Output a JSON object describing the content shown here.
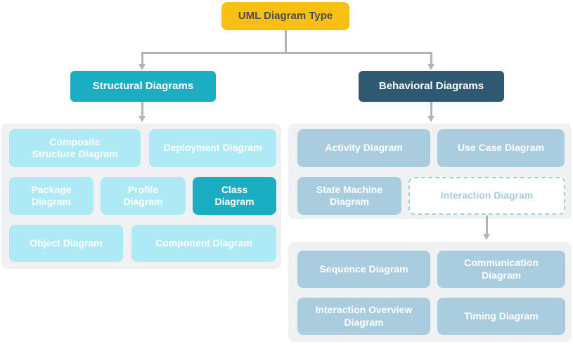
{
  "root": {
    "label": "UML Diagram Type"
  },
  "structural": {
    "header": "Structural Diagrams",
    "items": {
      "composite": "Composite Structure Diagram",
      "deployment": "Deployment Diagram",
      "package": "Package Diagram",
      "profile": "Profile Diagram",
      "class": "Class Diagram",
      "object": "Object Diagram",
      "component": "Component Diagram"
    },
    "highlighted_item": "Class Diagram"
  },
  "behavioral": {
    "header": "Behavioral Diagrams",
    "items": {
      "activity": "Activity Diagram",
      "usecase": "Use Case Diagram",
      "statemachine": "State Machine Diagram",
      "interaction": "Interaction Diagram"
    },
    "interaction_children": {
      "sequence": "Sequence Diagram",
      "communication": "Communication Diagram",
      "interaction_overview": "Interaction Overview Diagram",
      "timing": "Timing Diagram"
    }
  },
  "colors": {
    "root-fill": "#F9C013",
    "root-text": "#454F58",
    "teal": "#1BAEC2",
    "slate": "#2E5970",
    "light-cyan": "#ADEAF5",
    "light-blue": "#A9CCDF",
    "panel": "#F0F1F2",
    "connector": "#B3B3B3",
    "box-text": "#FFFFFF"
  }
}
